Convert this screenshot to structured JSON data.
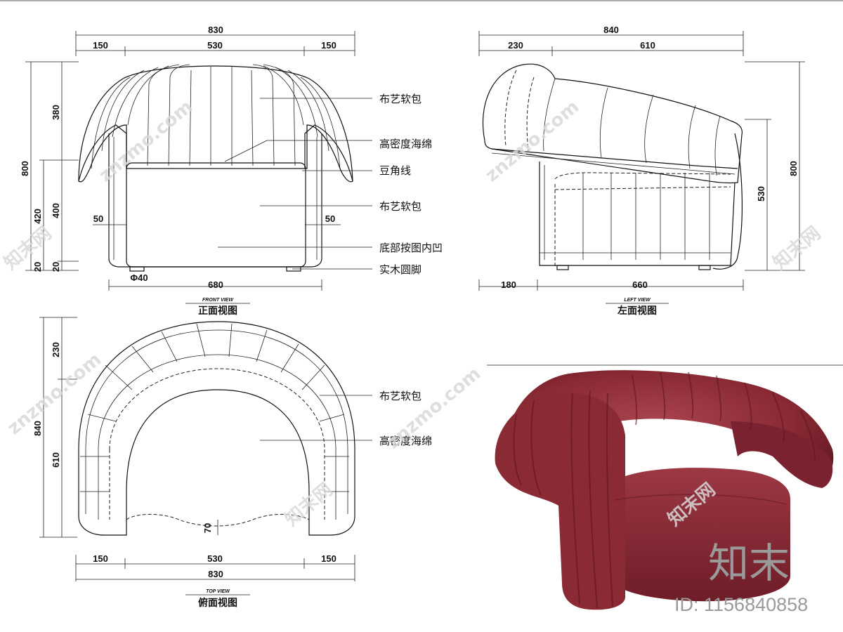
{
  "front_view": {
    "title_en": "FRONT VIEW",
    "title_cn": "正面视图",
    "dims": {
      "overall_width": "830",
      "side_left": "150",
      "middle": "530",
      "side_right": "150",
      "total_height": "800",
      "back_height": "380",
      "arm_height": "420",
      "seat_height": "400",
      "leg_height_a": "20",
      "leg_height_b": "20",
      "inset_left": "50",
      "inset_right": "50",
      "leg_dia": "Φ40",
      "base_width": "680"
    }
  },
  "left_view": {
    "title_en": "LEFT VIEW",
    "title_cn": "左面视图",
    "dims": {
      "overall_depth": "840",
      "front_part": "230",
      "rear_part": "610",
      "bottom_left": "180",
      "bottom_right": "660",
      "total_height": "800",
      "seat_height": "530"
    }
  },
  "top_view": {
    "title_en": "TOP VIEW",
    "title_cn": "俯面视图",
    "dims": {
      "back_depth": "230",
      "overall_depth": "840",
      "seat_depth": "610",
      "gap": "70",
      "side_left": "150",
      "middle": "530",
      "side_right": "150",
      "overall_width": "830"
    }
  },
  "annotations": {
    "front": [
      "布艺软包",
      "高密度海绵",
      "豆角线",
      "布艺软包",
      "底部按图内凹",
      "实木圆脚"
    ],
    "top": [
      "布艺软包",
      "高密度海绵"
    ]
  },
  "watermark": {
    "text": "znzmo.com",
    "cn_text": "知末网",
    "brand": "知末",
    "id": "ID: 1156840858"
  },
  "colors": {
    "line": "#111111",
    "fabric": "#8a2a35",
    "fabric_dark": "#5c1620",
    "fabric_light": "#a84450",
    "watermark": "#d9d9d9"
  }
}
